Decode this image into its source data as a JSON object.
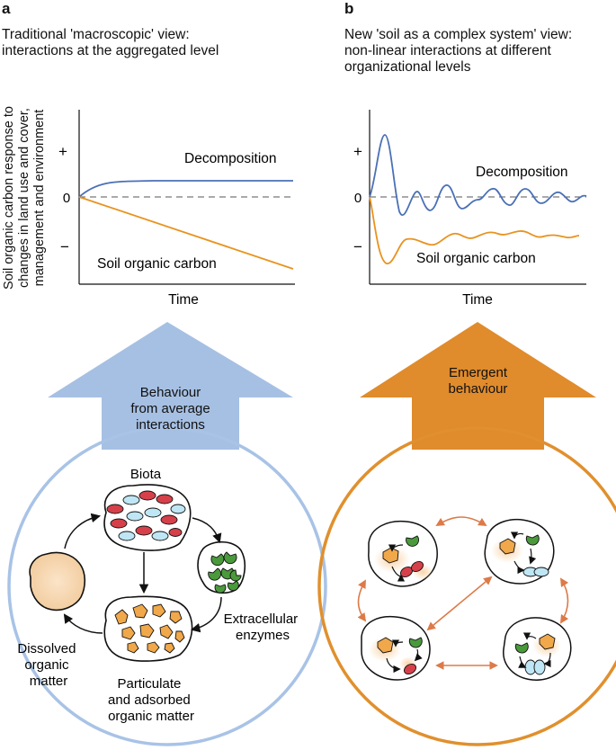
{
  "panel_a": {
    "letter": "a",
    "heading_line1": "Traditional 'macroscopic' view:",
    "heading_line2": "interactions at the aggregated level",
    "ylabel_line1": "Soil organic carbon response to",
    "ylabel_line2": "changes in land use and cover,",
    "ylabel_line3": "management and environment",
    "tick_plus": "+",
    "tick_zero": "0",
    "tick_minus": "−",
    "xlabel": "Time",
    "curve_top_label": "Decomposition",
    "curve_bottom_label": "Soil organic carbon",
    "arrow_label_line1": "Behaviour",
    "arrow_label_line2": "from average",
    "arrow_label_line3": "interactions",
    "circle": {
      "biota": "Biota",
      "extracellular_line1": "Extracellular",
      "extracellular_line2": "enzymes",
      "dissolved_line1": "Dissolved",
      "dissolved_line2": "organic",
      "dissolved_line3": "matter",
      "particulate_line1": "Particulate",
      "particulate_line2": "and adsorbed",
      "particulate_line3": "organic matter"
    }
  },
  "panel_b": {
    "letter": "b",
    "heading_line1": "New 'soil as a complex system' view:",
    "heading_line2": "non-linear interactions at different",
    "heading_line3": "organizational levels",
    "tick_plus": "+",
    "tick_zero": "0",
    "tick_minus": "−",
    "xlabel": "Time",
    "curve_top_label": "Decomposition",
    "curve_bottom_label": "Soil organic carbon",
    "arrow_label_line1": "Emergent",
    "arrow_label_line2": "behaviour"
  },
  "colors": {
    "decomposition_line": "#4a70b5",
    "soil_carbon_line": "#e8931f",
    "arrow_blue": "#a6c0e3",
    "arrow_orange": "#e08b2c",
    "circle_blue": "#a8c3e6",
    "circle_orange": "#e0902e",
    "biota_red": "#d6404a",
    "biota_cyan": "#bfe6f4",
    "enzyme_green": "#4a9a3c",
    "organic_matter": "#f0a84a",
    "connector_arrows": "#dd7a48"
  }
}
